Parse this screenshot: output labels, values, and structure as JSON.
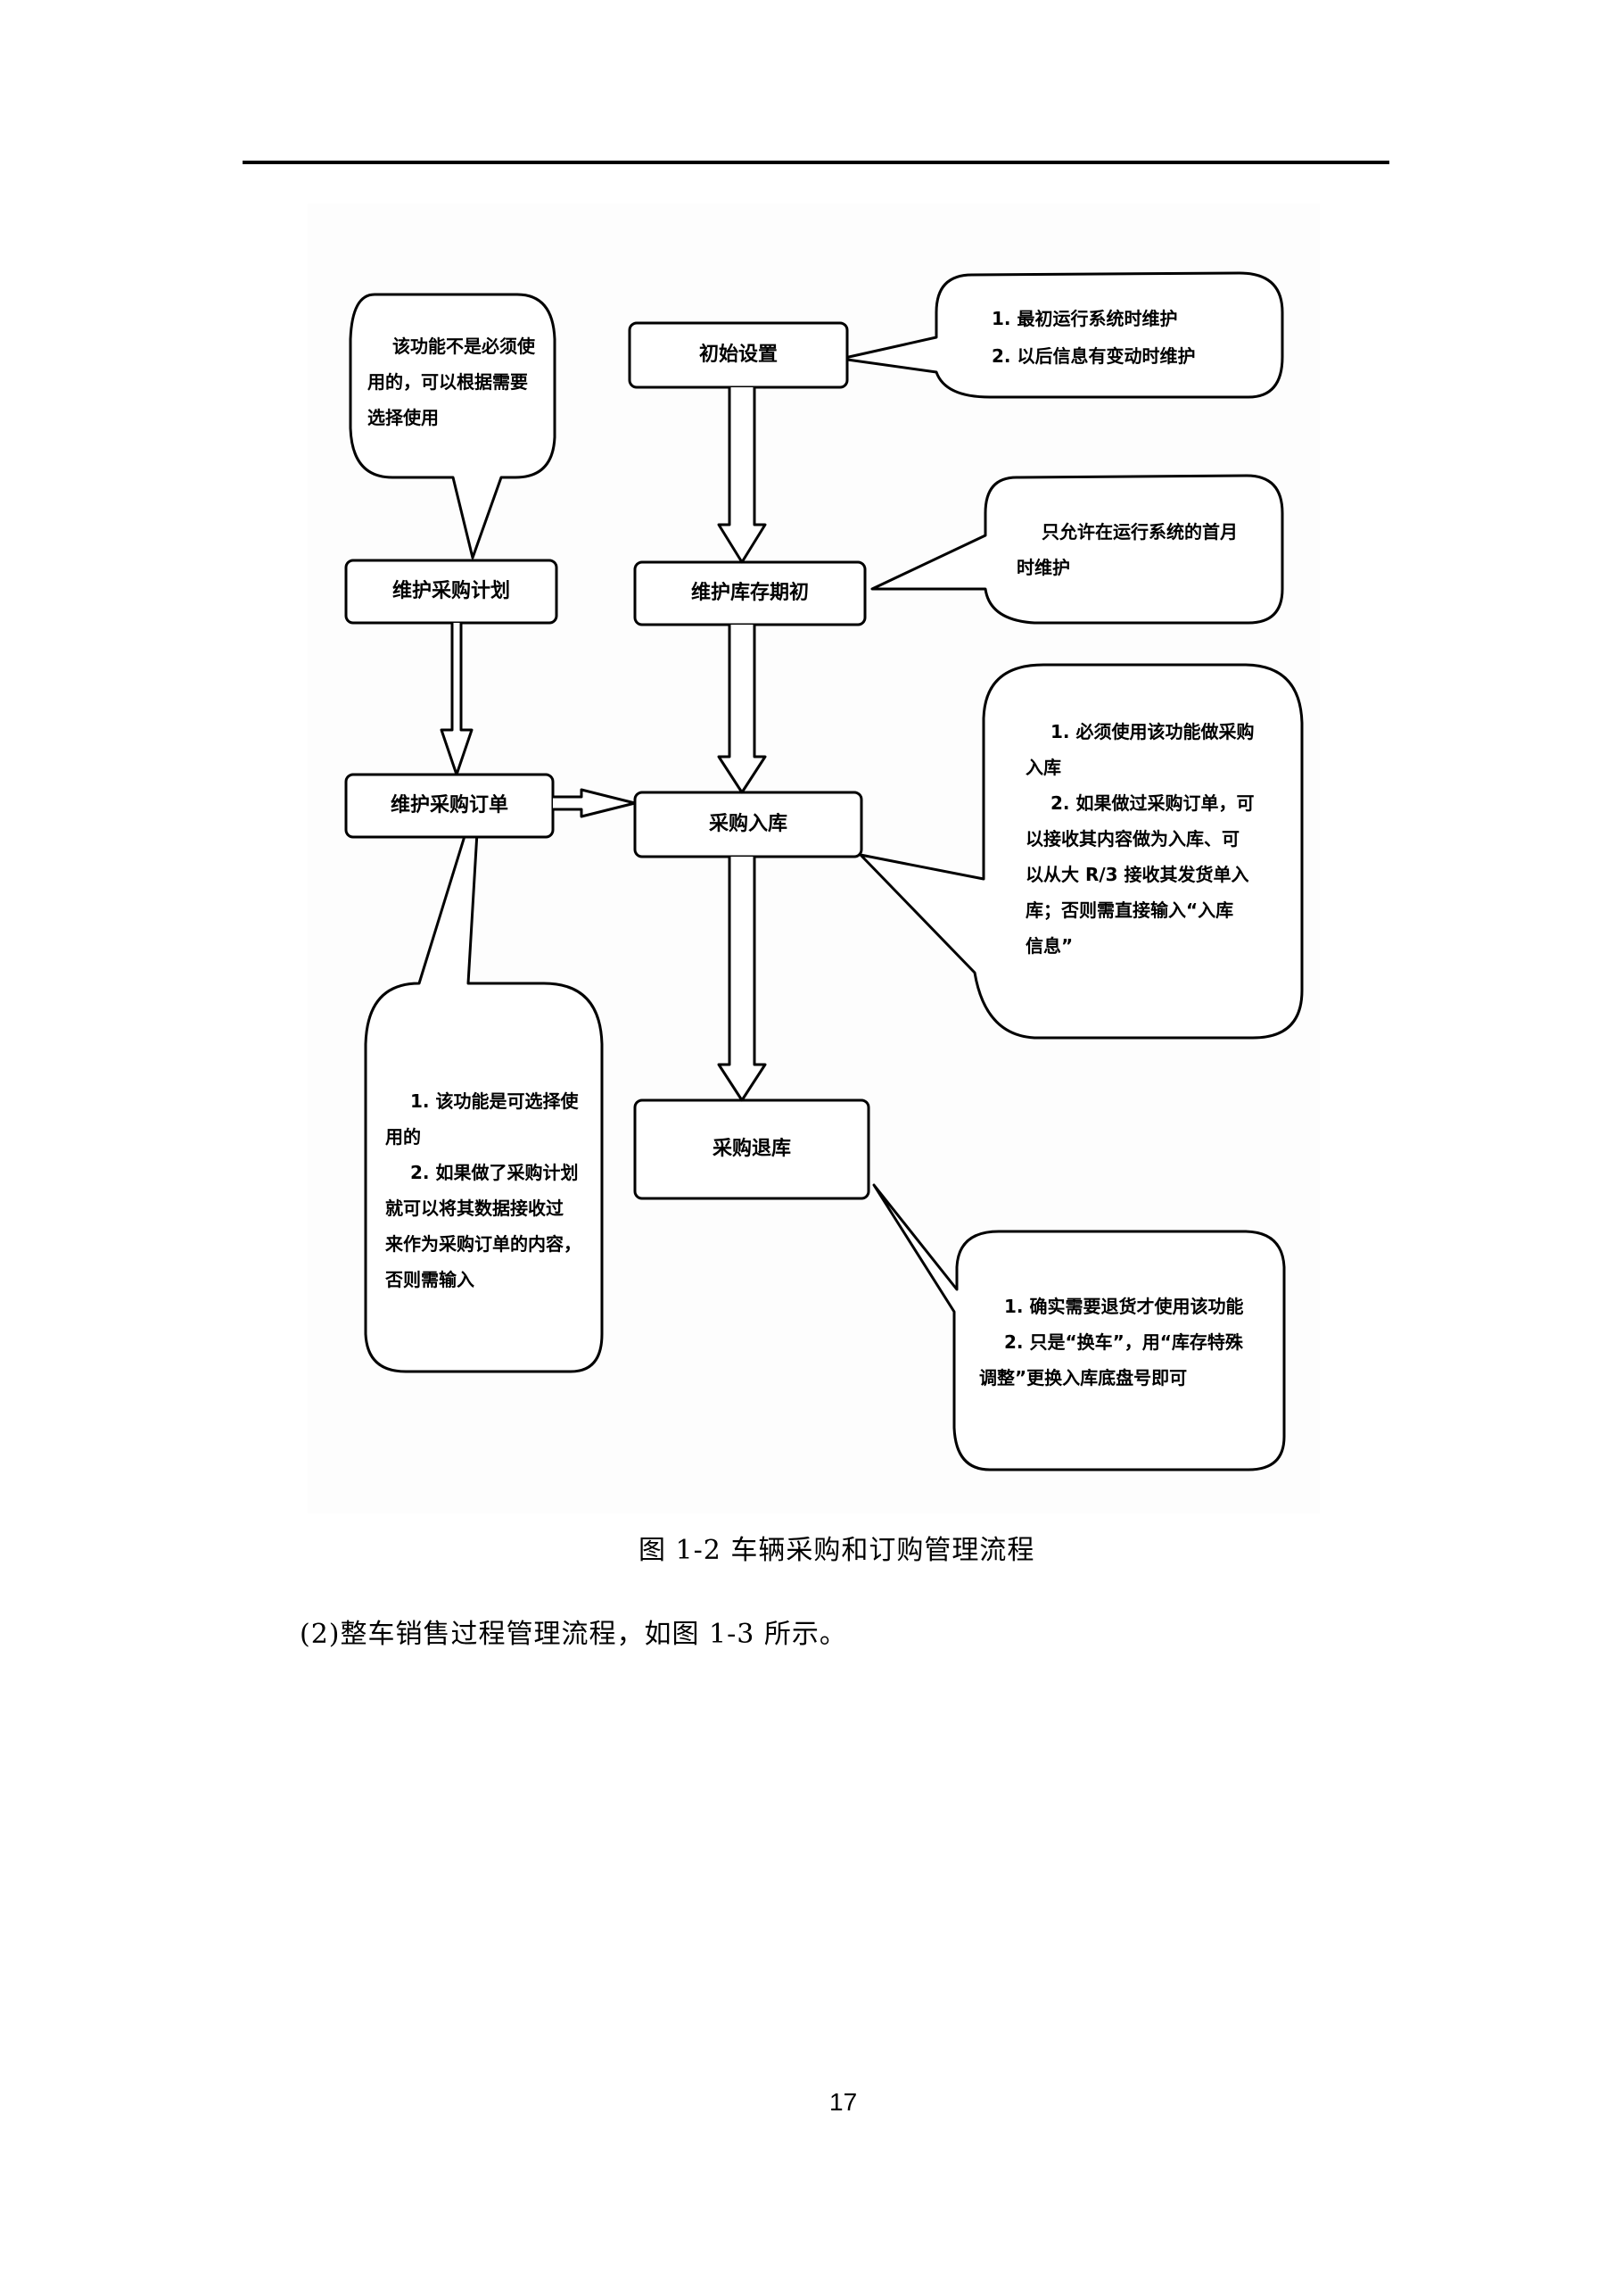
{
  "page": {
    "figure_caption": "图 1-2  车辆采购和订购管理流程",
    "body_paragraph": "(2)整车销售过程管理流程，如图 1-3 所示。",
    "page_number": "17"
  },
  "flowchart": {
    "nodes": [
      {
        "id": "initial-setup",
        "label": "初始设置"
      },
      {
        "id": "maintain-purchase-plan",
        "label": "维护采购计划"
      },
      {
        "id": "maintain-opening-inventory",
        "label": "维护库存期初"
      },
      {
        "id": "maintain-purchase-order",
        "label": "维护采购订单"
      },
      {
        "id": "purchase-receipt",
        "label": "采购入库"
      },
      {
        "id": "purchase-return",
        "label": "采购退库"
      }
    ],
    "edges": [
      {
        "from": "initial-setup",
        "to": "maintain-opening-inventory"
      },
      {
        "from": "maintain-opening-inventory",
        "to": "purchase-receipt"
      },
      {
        "from": "maintain-purchase-plan",
        "to": "maintain-purchase-order"
      },
      {
        "from": "maintain-purchase-order",
        "to": "purchase-receipt"
      },
      {
        "from": "purchase-receipt",
        "to": "purchase-return"
      }
    ],
    "callouts": [
      {
        "attached_to": "maintain-purchase-plan",
        "lines": [
          "该功能不是必须使",
          "用的，可以根据需要",
          "选择使用"
        ]
      },
      {
        "attached_to": "initial-setup",
        "lines": [
          "1. 最初运行系统时维护",
          "2. 以后信息有变动时维护"
        ]
      },
      {
        "attached_to": "maintain-opening-inventory",
        "lines": [
          "只允许在运行系统的首月",
          "时维护"
        ]
      },
      {
        "attached_to": "purchase-receipt",
        "lines": [
          "1. 必须使用该功能做采购",
          "入库",
          "2. 如果做过采购订单，可",
          "以接收其内容做为入库、可",
          "以从大 R/3 接收其发货单入",
          "库；否则需直接输入“入库",
          "信息”"
        ]
      },
      {
        "attached_to": "maintain-purchase-order",
        "lines": [
          "1. 该功能是可选择使",
          "用的",
          "2. 如果做了采购计划",
          "就可以将其数据接收过",
          "来作为采购订单的内容，",
          "否则需输入"
        ]
      },
      {
        "attached_to": "purchase-return",
        "lines": [
          "1. 确实需要退货才使用该功能",
          "2. 只是“换车”，用“库存特殊",
          "调整”更换入库底盘号即可"
        ]
      }
    ]
  }
}
